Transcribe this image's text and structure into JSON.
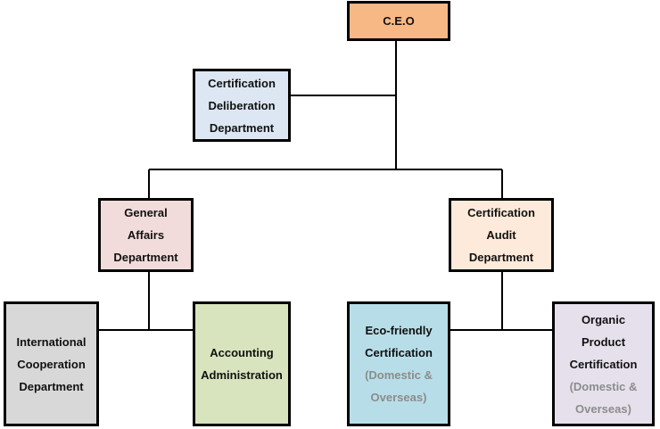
{
  "nodes": {
    "ceo": {
      "lines": [
        "C.E.O"
      ]
    },
    "deliberation": {
      "lines": [
        "Certification",
        "Deliberation",
        "Department"
      ]
    },
    "general": {
      "lines": [
        "General",
        "Affairs",
        "Department"
      ]
    },
    "audit": {
      "lines": [
        "Certification",
        "Audit",
        "Department"
      ]
    },
    "international": {
      "lines": [
        "International",
        "Cooperation",
        "Department"
      ]
    },
    "accounting": {
      "lines": [
        "Accounting",
        "Administration"
      ]
    },
    "ecofriendly": {
      "lines": [
        "Eco-friendly",
        "Certification"
      ],
      "sub": [
        "(Domestic &",
        "Overseas)"
      ]
    },
    "organic": {
      "lines": [
        "Organic",
        "Product",
        "Certification"
      ],
      "sub": [
        "(Domestic &",
        "Overseas)"
      ]
    }
  },
  "colors": {
    "ceo": "#f8b885",
    "deliberation": "#dde7f3",
    "general": "#f2dcdb",
    "audit": "#fdeada",
    "international": "#d8d8d8",
    "accounting": "#d7e4bd",
    "ecofriendly": "#b7dee8",
    "organic": "#e6e0ec",
    "subtext": "#8c8c8c",
    "lines": "#000000"
  }
}
